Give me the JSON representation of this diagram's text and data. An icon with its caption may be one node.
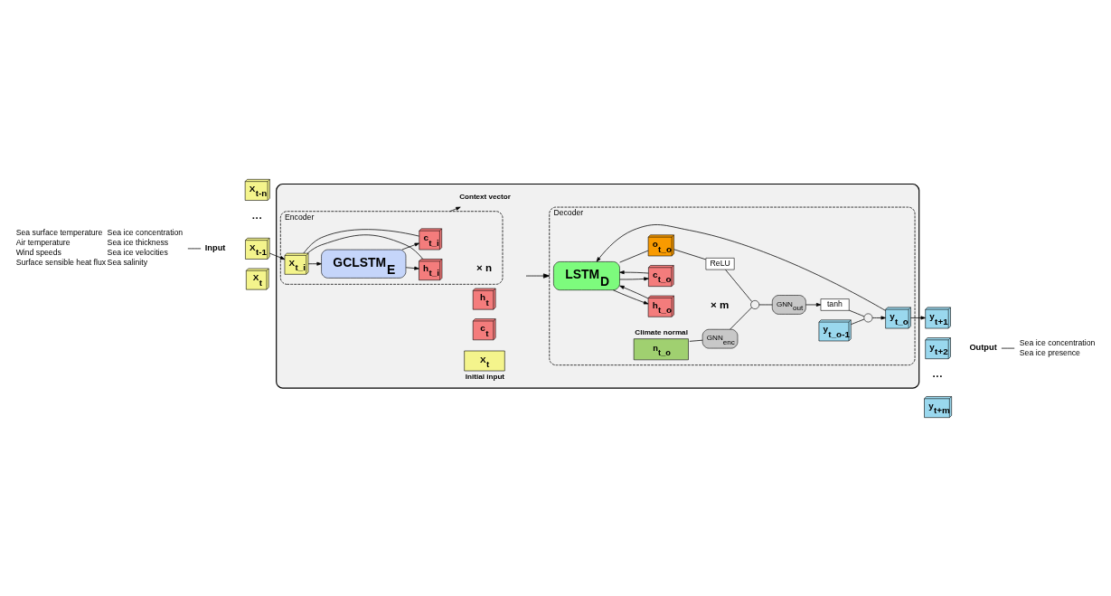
{
  "diagram": {
    "nodes": [
      {
        "text": [
          "Sea surface temperature",
          "Air temperature",
          "Wind speeds",
          "Surface sensible heat flux",
          "Sea ice concentration",
          "Sea ice thickness",
          "Sea ice velocities",
          "Sea salinity"
        ]
      },
      {
        "text": [
          "Input"
        ]
      },
      {
        "text": [
          "X$_{t-n}$"
        ]
      },
      {
        "text": [
          "X$_{t-1}$"
        ]
      },
      {
        "text": [
          "X$_{t}$"
        ]
      },
      {
        "text": [],
        "shape": "box"
      },
      {
        "text": [
          "Encoder"
        ],
        "in": 5
      },
      {
        "text": [
          "GCLSTM$_{E}$"
        ],
        "in": 6
      },
      {
        "text": [
          "X$_{t_i}$"
        ],
        "in": 6
      },
      {
        "text": [
          "h$_{t_i}$"
        ],
        "in": 6
      },
      {
        "text": [
          "c$_{t_i}$"
        ],
        "in": 6
      },
      {
        "text": [
          "Context vector"
        ],
        "in": 5
      },
      {
        "text": [
          "h$_{t}$"
        ],
        "in": 5
      },
      {
        "text": [
          "c$_{t}$"
        ],
        "in": 5
      },
      {
        "text": [
          "X$_{t}$"
        ],
        "in": 5,
        "beside": [
          "Initial input"
        ]
      },
      {
        "text": [
          "Decoder"
        ],
        "in": 5
      },
      {
        "text": [
          "LSTM$_{D}$"
        ],
        "in": 15
      },
      {
        "text": [
          "h$_{t_o}$"
        ],
        "in": 15
      },
      {
        "text": [
          "c$_{t_o}$"
        ],
        "in": 15
      },
      {
        "text": [
          "Climate normal",
          "n$_{t_o}$"
        ],
        "in": 15
      },
      {
        "text": [
          "GNN$_{enc}$"
        ],
        "in": 15
      },
      {
        "text": [
          "o$_{t_o}$"
        ],
        "in": 15
      },
      {
        "text": [
          "ReLU"
        ],
        "in": 15
      },
      {
        "text": [],
        "shape": "circle",
        "in": 15
      },
      {
        "text": [
          "GNN$_{out}$"
        ],
        "in": 15
      },
      {
        "text": [
          "tanh"
        ],
        "in": 15
      },
      {
        "text": [
          "y$_{t_o-1}$"
        ],
        "in": 15
      },
      {
        "text": [],
        "shape": "circle",
        "in": 15
      },
      {
        "text": [
          "y$_{t_o}$"
        ],
        "in": 15
      },
      {
        "text": [
          "y$_{t+1}$"
        ]
      },
      {
        "text": [
          "y$_{t+2}$"
        ]
      },
      {
        "text": [
          "y$_{t+m}$"
        ]
      },
      {
        "text": [
          "Output"
        ]
      },
      {
        "text": [
          "Sea ice concentration",
          "Sea ice presence"
        ]
      }
    ],
    "edges": [
      {
        "from": 0,
        "to": 1,
        "arrow": "none"
      },
      {
        "from": 3,
        "to": 8,
        "arrow": "to"
      },
      {
        "from": 8,
        "to": 7,
        "arrow": "to"
      },
      {
        "from": 7,
        "to": 9,
        "arrow": "to"
      },
      {
        "from": 7,
        "to": 10,
        "arrow": "to"
      },
      {
        "from": 9,
        "to": 8,
        "arrow": "none"
      },
      {
        "from": 10,
        "to": 8,
        "arrow": "none"
      },
      {
        "from": 6,
        "to": 11,
        "arrow": "to"
      },
      {
        "from": null,
        "to": 15,
        "arrow": "to"
      },
      {
        "from": 16,
        "to": 17,
        "arrow": "to"
      },
      {
        "from": 16,
        "to": 18,
        "arrow": "to"
      },
      {
        "from": 16,
        "to": 21,
        "arrow": "none"
      },
      {
        "from": 21,
        "to": 22,
        "arrow": "none"
      },
      {
        "from": 22,
        "to": 23,
        "arrow": "none"
      },
      {
        "from": 19,
        "to": 20,
        "arrow": "none"
      },
      {
        "from": 20,
        "to": 23,
        "arrow": "none"
      },
      {
        "from": 23,
        "to": 24,
        "arrow": "none"
      },
      {
        "from": 24,
        "to": 25,
        "arrow": "to"
      },
      {
        "from": 25,
        "to": 27,
        "arrow": "none"
      },
      {
        "from": 26,
        "to": 27,
        "arrow": "none"
      },
      {
        "from": 27,
        "to": 28,
        "arrow": "to"
      },
      {
        "from": 28,
        "to": 16,
        "arrow": "to"
      },
      {
        "from": 17,
        "to": 16,
        "arrow": "to"
      },
      {
        "from": 18,
        "to": 16,
        "arrow": "to"
      },
      {
        "from": 28,
        "to": 29,
        "arrow": "to"
      },
      {
        "from": 32,
        "to": 33,
        "arrow": "none"
      }
    ],
    "labels": [
      "···",
      "× n",
      "× m",
      "···"
    ]
  }
}
